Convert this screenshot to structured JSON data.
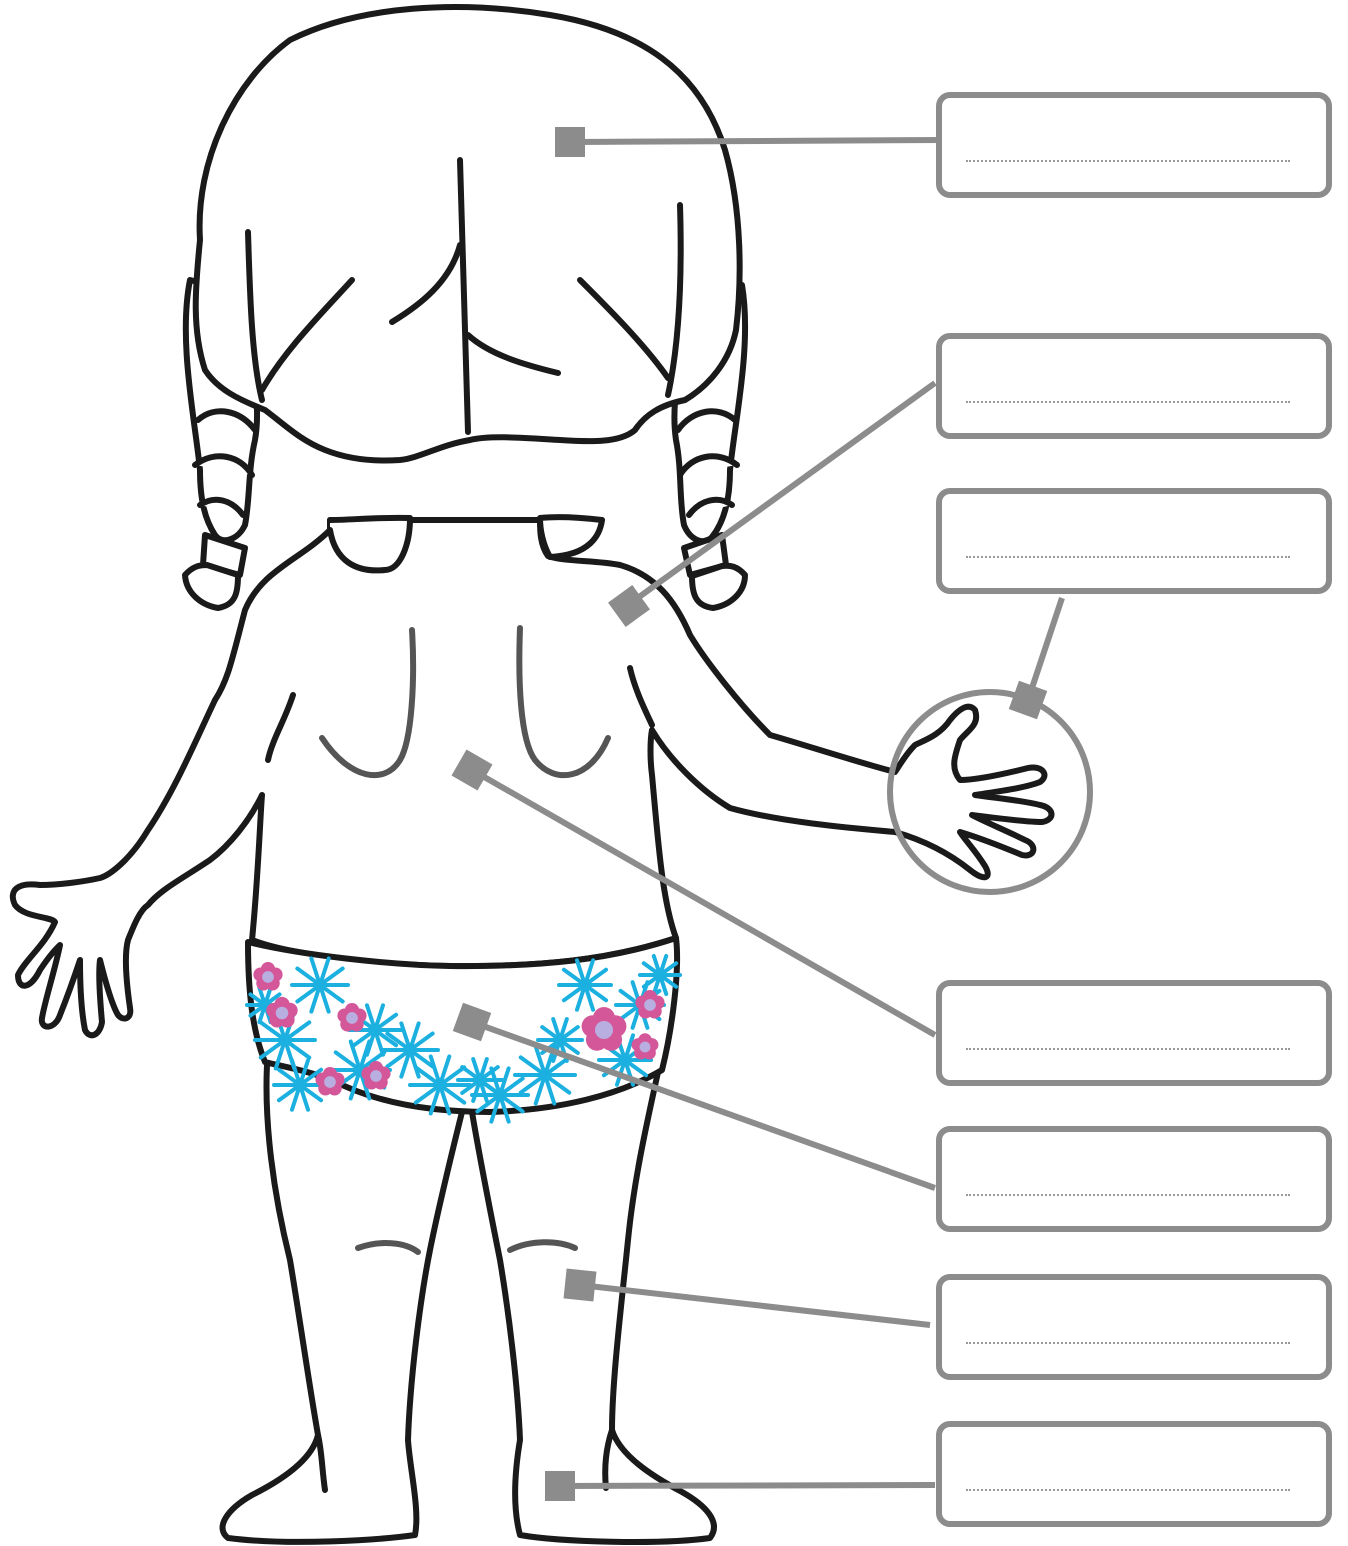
{
  "worksheet": {
    "labels": [
      {
        "id": "head",
        "value": "",
        "placeholder": ""
      },
      {
        "id": "shoulder",
        "value": "",
        "placeholder": ""
      },
      {
        "id": "hand",
        "value": "",
        "placeholder": ""
      },
      {
        "id": "back",
        "value": "",
        "placeholder": ""
      },
      {
        "id": "bottom",
        "value": "",
        "placeholder": ""
      },
      {
        "id": "knee",
        "value": "",
        "placeholder": ""
      },
      {
        "id": "heel",
        "value": "",
        "placeholder": ""
      }
    ]
  },
  "colors": {
    "outline": "#1a1a1a",
    "pointer": "#8c8c8c",
    "leaf": "#1bb0df",
    "flower": "#d4579a",
    "flower_center": "#b9aee0"
  }
}
